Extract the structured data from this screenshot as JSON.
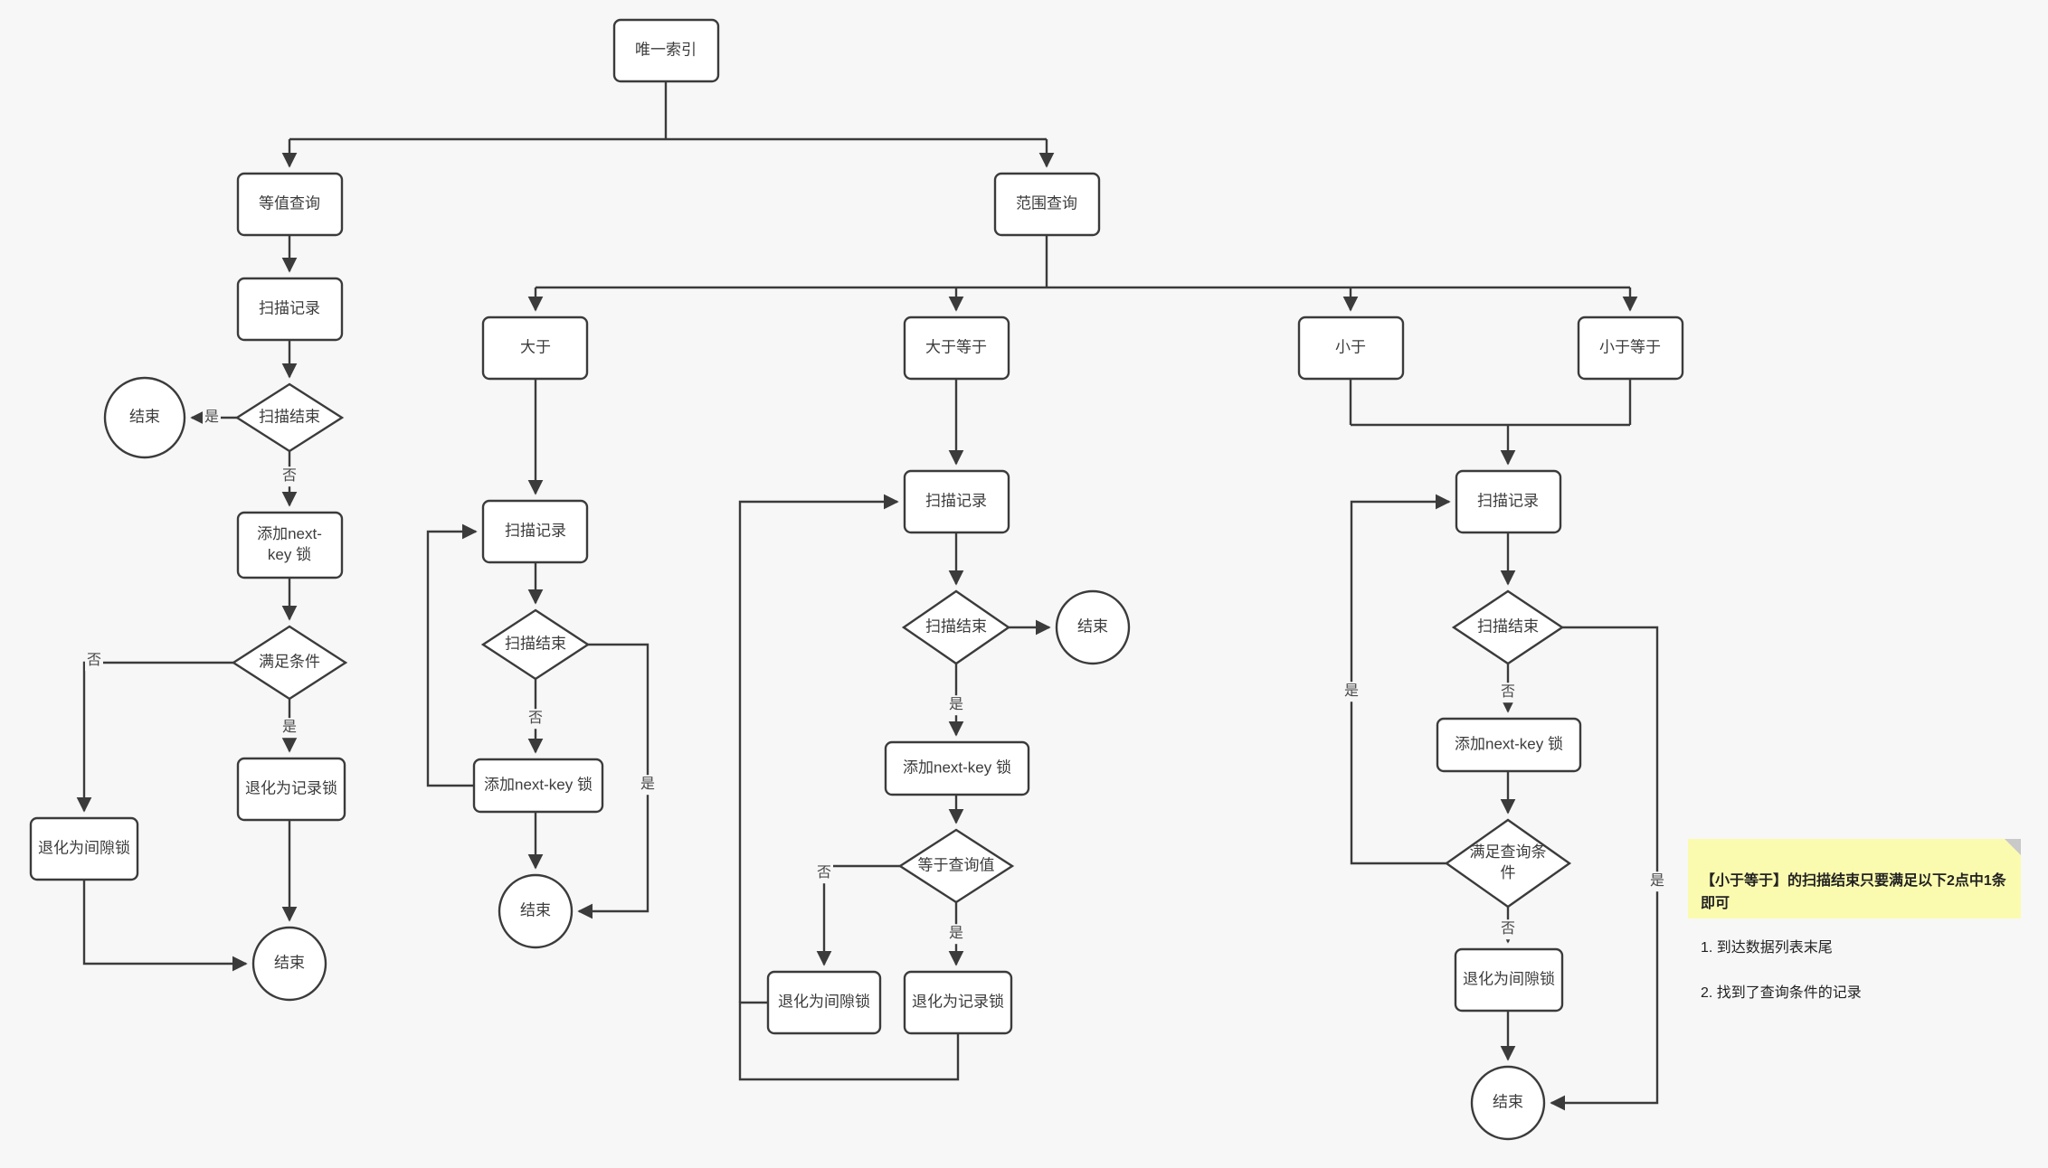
{
  "diagram": {
    "title_node": "唯一索引",
    "background_color": "#f7f7f7",
    "node_fill": "#ffffff",
    "node_stroke": "#3b3b3b",
    "note_color": "#fbfbb0",
    "labels": {
      "yes": "是",
      "no": "否"
    },
    "nodes": {
      "root": "唯一索引",
      "eq_query": "等值查询",
      "range_query": "范围查询",
      "eq_scan": "扫描记录",
      "eq_scan_end": "扫描结束",
      "eq_end_yes": "结束",
      "eq_add_lock": "添加next-\nkey 锁",
      "eq_match": "满足条件",
      "eq_gap_lock": "退化为间隙锁",
      "eq_record_lock": "退化为记录锁",
      "eq_end": "结束",
      "gt": "大于",
      "gt_scan": "扫描记录",
      "gt_scan_end": "扫描结束",
      "gt_add_lock": "添加next-key 锁",
      "gt_end": "结束",
      "gte": "大于等于",
      "gte_scan": "扫描记录",
      "gte_scan_end": "扫描结束",
      "gte_end_yes": "结束",
      "gte_add_lock": "添加next-key 锁",
      "gte_eq_value": "等于查询值",
      "gte_gap_lock": "退化为间隙锁",
      "gte_record_lock": "退化为记录锁",
      "lt": "小于",
      "lte": "小于等于",
      "lt_scan": "扫描记录",
      "lt_scan_end": "扫描结束",
      "lt_add_lock": "添加next-key 锁",
      "lt_match": "满足查询条\n件",
      "lt_gap_lock": "退化为间隙锁",
      "lt_end": "结束"
    },
    "note": {
      "line1": "【小于等于】的扫描结束只要满足以下2点中1条即可",
      "line2": "1. 到达数据列表末尾",
      "line3": "2. 找到了查询条件的记录"
    }
  }
}
